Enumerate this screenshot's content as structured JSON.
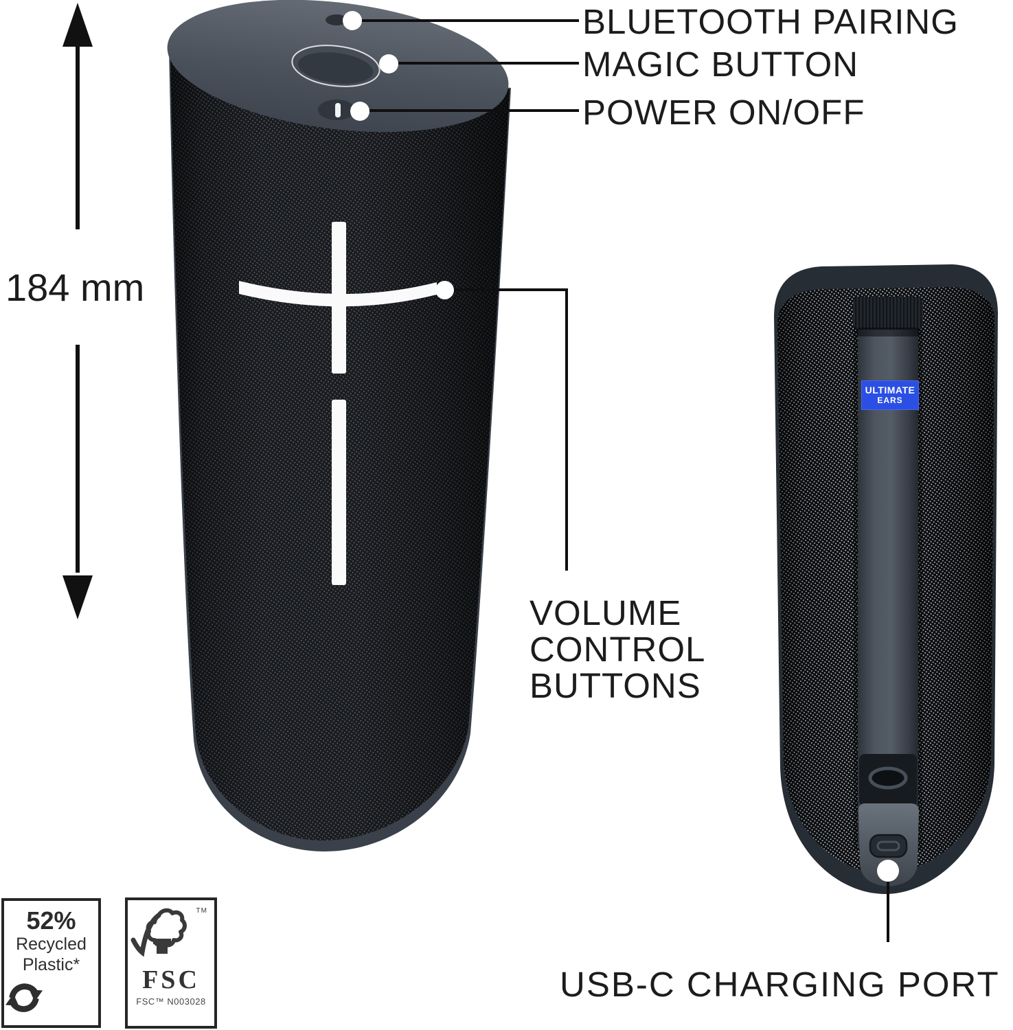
{
  "diagram": {
    "callouts": {
      "bluetooth": "BLUETOOTH PAIRING",
      "magic": "MAGIC BUTTON",
      "power": "POWER ON/OFF",
      "volume_lines": [
        "VOLUME",
        "CONTROL",
        "BUTTONS"
      ],
      "usb": "USB-C CHARGING PORT",
      "height_dimension": "184 mm"
    },
    "brand_label": {
      "line1": "ULTIMATE",
      "line2": "EARS",
      "background_color": "#2b4fe4",
      "text_color": "#ffffff"
    },
    "badges": {
      "recycled": {
        "percent": "52%",
        "line1": "Recycled",
        "line2": "Plastic*",
        "icon": "recycle-arrows-icon"
      },
      "fsc": {
        "trademark": "TM",
        "name": "FSC",
        "license": "FSC™ N003028",
        "icon": "fsc-tree-checkmark-icon"
      }
    },
    "colors": {
      "speaker_cap": "#4b525c",
      "front_mesh": "#1a1c20",
      "back_mesh": "#0d0f12",
      "callout_line": "#0f0f0f",
      "label_text": "#1c1c1c",
      "volume_glyph": "#fafafa"
    }
  }
}
